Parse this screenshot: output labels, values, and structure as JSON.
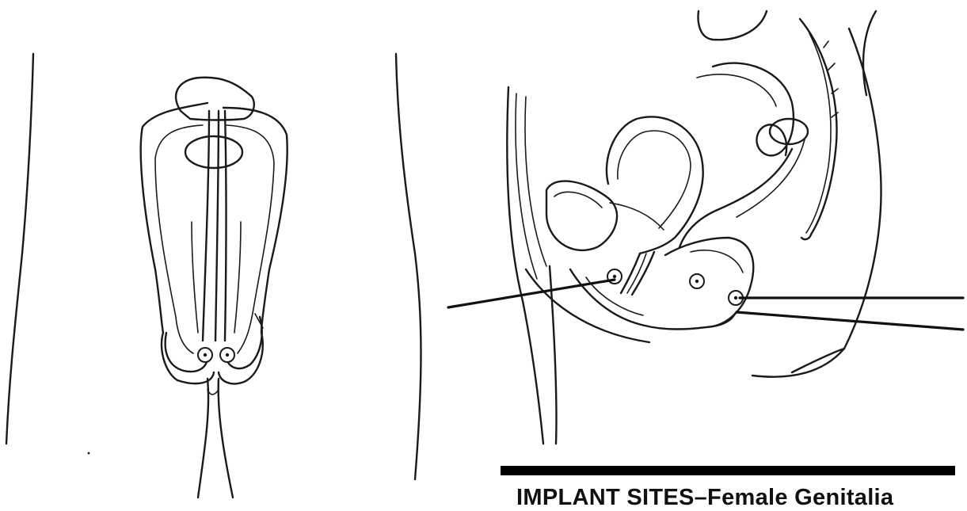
{
  "caption": {
    "text": "IMPLANT SITES–Female Genitalia"
  },
  "colors": {
    "ink": "#1a1a1a",
    "background": "#ffffff",
    "caption_bar": "#000000"
  },
  "panels": [
    {
      "view": "frontal",
      "implant_sites": 2
    },
    {
      "view": "sagittal",
      "implant_sites": 3
    }
  ]
}
